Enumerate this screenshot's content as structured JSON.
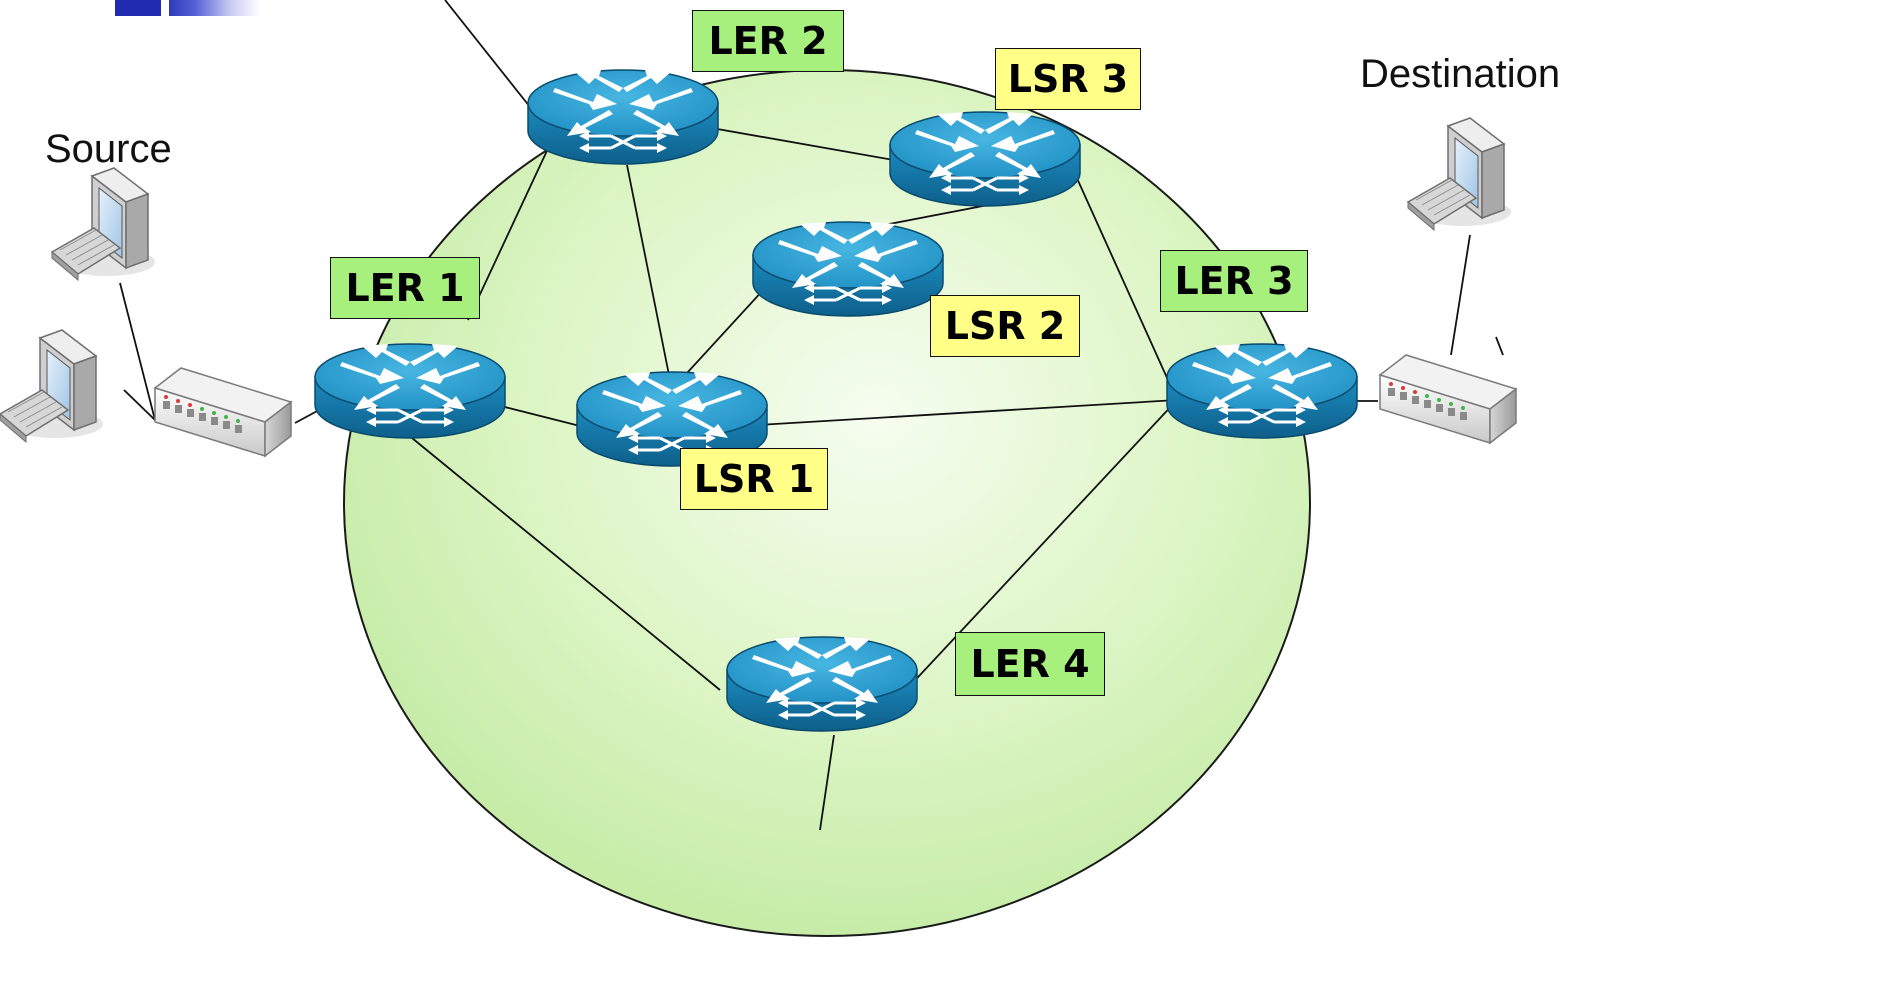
{
  "diagram": {
    "source_label": "Source",
    "destination_label": "Destination",
    "routers": [
      {
        "id": "ler1",
        "label": "LER 1",
        "role": "LER"
      },
      {
        "id": "ler2",
        "label": "LER 2",
        "role": "LER"
      },
      {
        "id": "ler3",
        "label": "LER 3",
        "role": "LER"
      },
      {
        "id": "ler4",
        "label": "LER 4",
        "role": "LER"
      },
      {
        "id": "lsr1",
        "label": "LSR 1",
        "role": "LSR"
      },
      {
        "id": "lsr2",
        "label": "LSR 2",
        "role": "LSR"
      },
      {
        "id": "lsr3",
        "label": "LSR 3",
        "role": "LSR"
      }
    ],
    "links": [
      [
        "ler1",
        "ler2"
      ],
      [
        "ler1",
        "lsr1"
      ],
      [
        "ler1",
        "ler4"
      ],
      [
        "ler2",
        "lsr3"
      ],
      [
        "ler2",
        "lsr1"
      ],
      [
        "lsr3",
        "lsr2"
      ],
      [
        "lsr3",
        "ler3"
      ],
      [
        "lsr2",
        "lsr1"
      ],
      [
        "lsr1",
        "ler3"
      ],
      [
        "ler3",
        "ler4"
      ]
    ],
    "colors": {
      "ler_label": "#a8f07e",
      "lsr_label": "#ffff88",
      "mpls_cloud": "#d8f4b8",
      "router_body": "#1a86b8",
      "router_top": "#2ea4d3"
    }
  }
}
